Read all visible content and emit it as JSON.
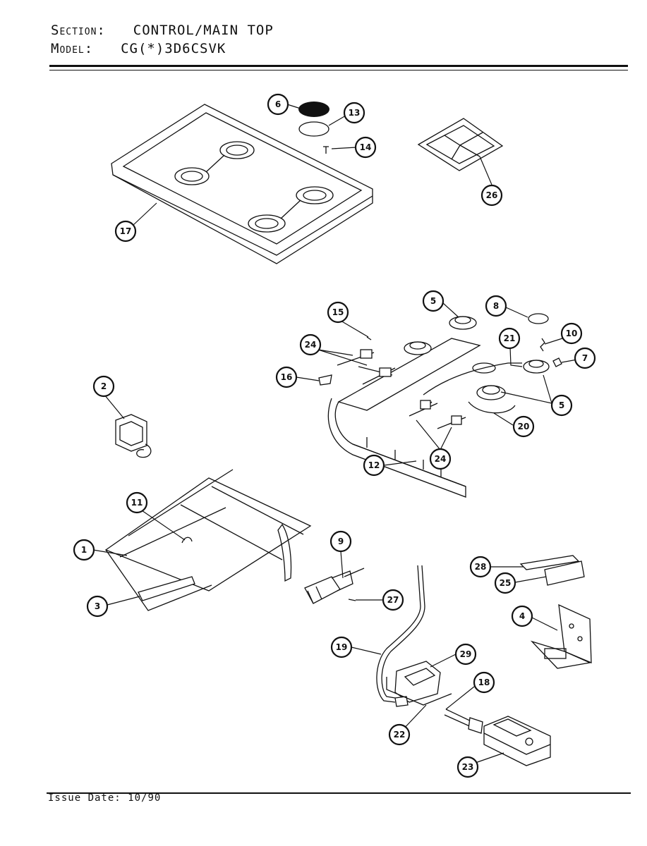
{
  "header": {
    "section_label": "Section:",
    "section_value": "CONTROL/MAIN TOP",
    "model_label": "Model:",
    "model_value": "CG(*)3D6CSVK"
  },
  "footer": {
    "issue_label": "Issue Date:",
    "issue_value": "10/90"
  },
  "callouts": [
    "6",
    "13",
    "14",
    "26",
    "17",
    "5",
    "8",
    "15",
    "21",
    "10",
    "7",
    "24",
    "16",
    "2",
    "5",
    "20",
    "24",
    "12",
    "11",
    "1",
    "9",
    "27",
    "28",
    "25",
    "3",
    "4",
    "19",
    "29",
    "18",
    "22",
    "23"
  ]
}
